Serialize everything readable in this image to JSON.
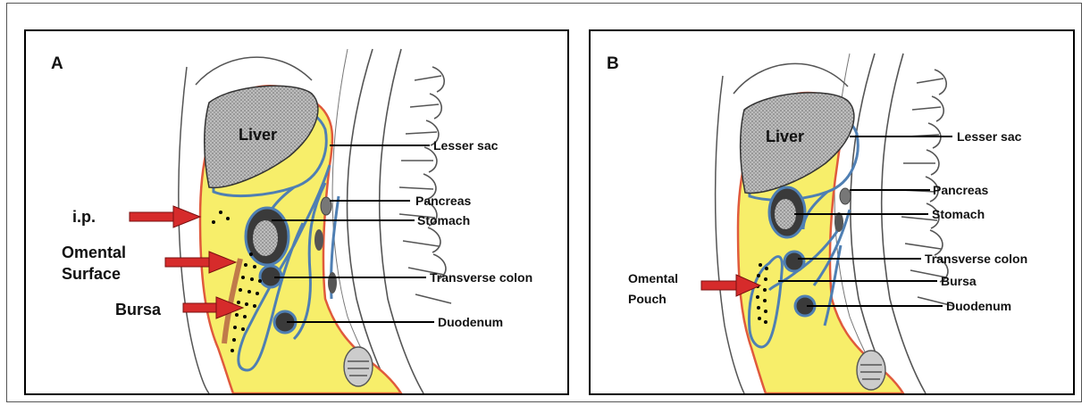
{
  "colors": {
    "fill_yellow": "#f7ee6a",
    "membrane_blue": "#4f7fb3",
    "boundary_red": "#e05a3c",
    "arrow_red": "#d62b2b",
    "liver_gray": "#9a9a9a"
  },
  "panelA": {
    "letter": "A",
    "labels": {
      "liver": "Liver",
      "lesser_sac": "Lesser sac",
      "pancreas": "Pancreas",
      "stomach": "Stomach",
      "transverse_colon": "Transverse colon",
      "duodenum": "Duodenum",
      "ip": "i.p.",
      "omental": "Omental",
      "surface": "Surface",
      "bursa": "Bursa"
    }
  },
  "panelB": {
    "letter": "B",
    "labels": {
      "liver": "Liver",
      "lesser_sac": "Lesser sac",
      "pancreas": "Pancreas",
      "stomach": "Stomach",
      "transverse_colon": "Transverse colon",
      "bursa": "Bursa",
      "duodenum": "Duodenum",
      "omental": "Omental",
      "pouch": "Pouch"
    }
  }
}
